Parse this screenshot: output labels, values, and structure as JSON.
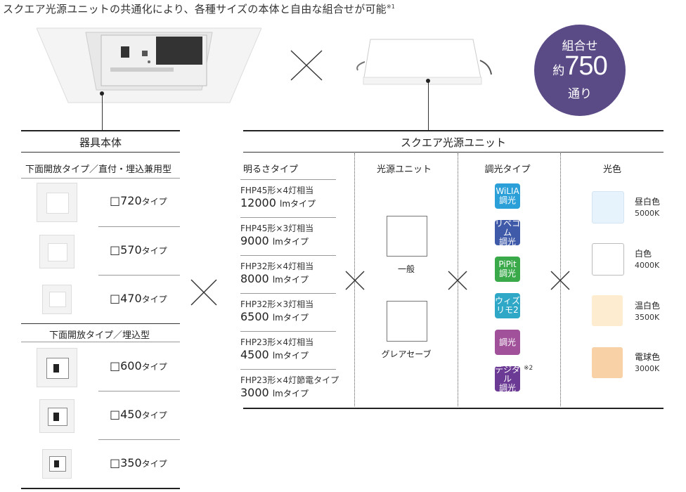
{
  "headline": "スクエア光源ユニットの共通化により、各種サイズの本体と自由な組合せが可能",
  "headline_note": "※1",
  "badge": {
    "line1": "組合せ",
    "prefix": "約",
    "number": "750",
    "line3": "通り"
  },
  "body_section": {
    "title": "器具本体",
    "group1_title": "下面開放タイプ／直付・埋込兼用型",
    "group1": [
      {
        "size": "□720",
        "suffix": "タイプ"
      },
      {
        "size": "□570",
        "suffix": "タイプ"
      },
      {
        "size": "□470",
        "suffix": "タイプ"
      }
    ],
    "group2_title": "下面開放タイプ／埋込型",
    "group2": [
      {
        "size": "□600",
        "suffix": "タイプ"
      },
      {
        "size": "□450",
        "suffix": "タイプ"
      },
      {
        "size": "□350",
        "suffix": "タイプ"
      }
    ]
  },
  "unit_section": {
    "title": "スクエア光源ユニット",
    "col_brightness": "明るさタイプ",
    "col_source": "光源ユニット",
    "col_dimming": "調光タイプ",
    "col_color": "光色",
    "brightness": [
      {
        "equiv": "FHP45形×4灯相当",
        "lm": "12000",
        "unit": "lmタイプ"
      },
      {
        "equiv": "FHP45形×3灯相当",
        "lm": "9000",
        "unit": "lmタイプ"
      },
      {
        "equiv": "FHP32形×4灯相当",
        "lm": "8000",
        "unit": "lmタイプ"
      },
      {
        "equiv": "FHP32形×3灯相当",
        "lm": "6500",
        "unit": "lmタイプ"
      },
      {
        "equiv": "FHP23形×4灯相当",
        "lm": "4500",
        "unit": "lmタイプ"
      },
      {
        "equiv": "FHP23形×4灯節電タイプ",
        "lm": "3000",
        "unit": "lmタイプ"
      }
    ],
    "sources": [
      "一般",
      "グレアセーブ"
    ],
    "dimming": [
      {
        "l1": "WiLIA",
        "l2": "調光",
        "color": "#2a9fd8"
      },
      {
        "l1": "リベコム",
        "l2": "調光",
        "color": "#3f5aa8"
      },
      {
        "l1": "PiPit",
        "l2": "調光",
        "color": "#3aa94a"
      },
      {
        "l1": "ウィズ",
        "l2": "リモ2",
        "color": "#2fa7c7"
      },
      {
        "l1": "調光",
        "l2": "",
        "color": "#a0519a"
      },
      {
        "l1": "デジタル",
        "l2": "調光",
        "color": "#6b3a94"
      }
    ],
    "dimming_note": "※2",
    "colors": [
      {
        "name": "昼白色",
        "k": "5000K",
        "hex": "#e6f2fc"
      },
      {
        "name": "白色",
        "k": "4000K",
        "hex": "#ffffff"
      },
      {
        "name": "温白色",
        "k": "3500K",
        "hex": "#fdeccf"
      },
      {
        "name": "電球色",
        "k": "3000K",
        "hex": "#f8d2a6"
      }
    ]
  }
}
